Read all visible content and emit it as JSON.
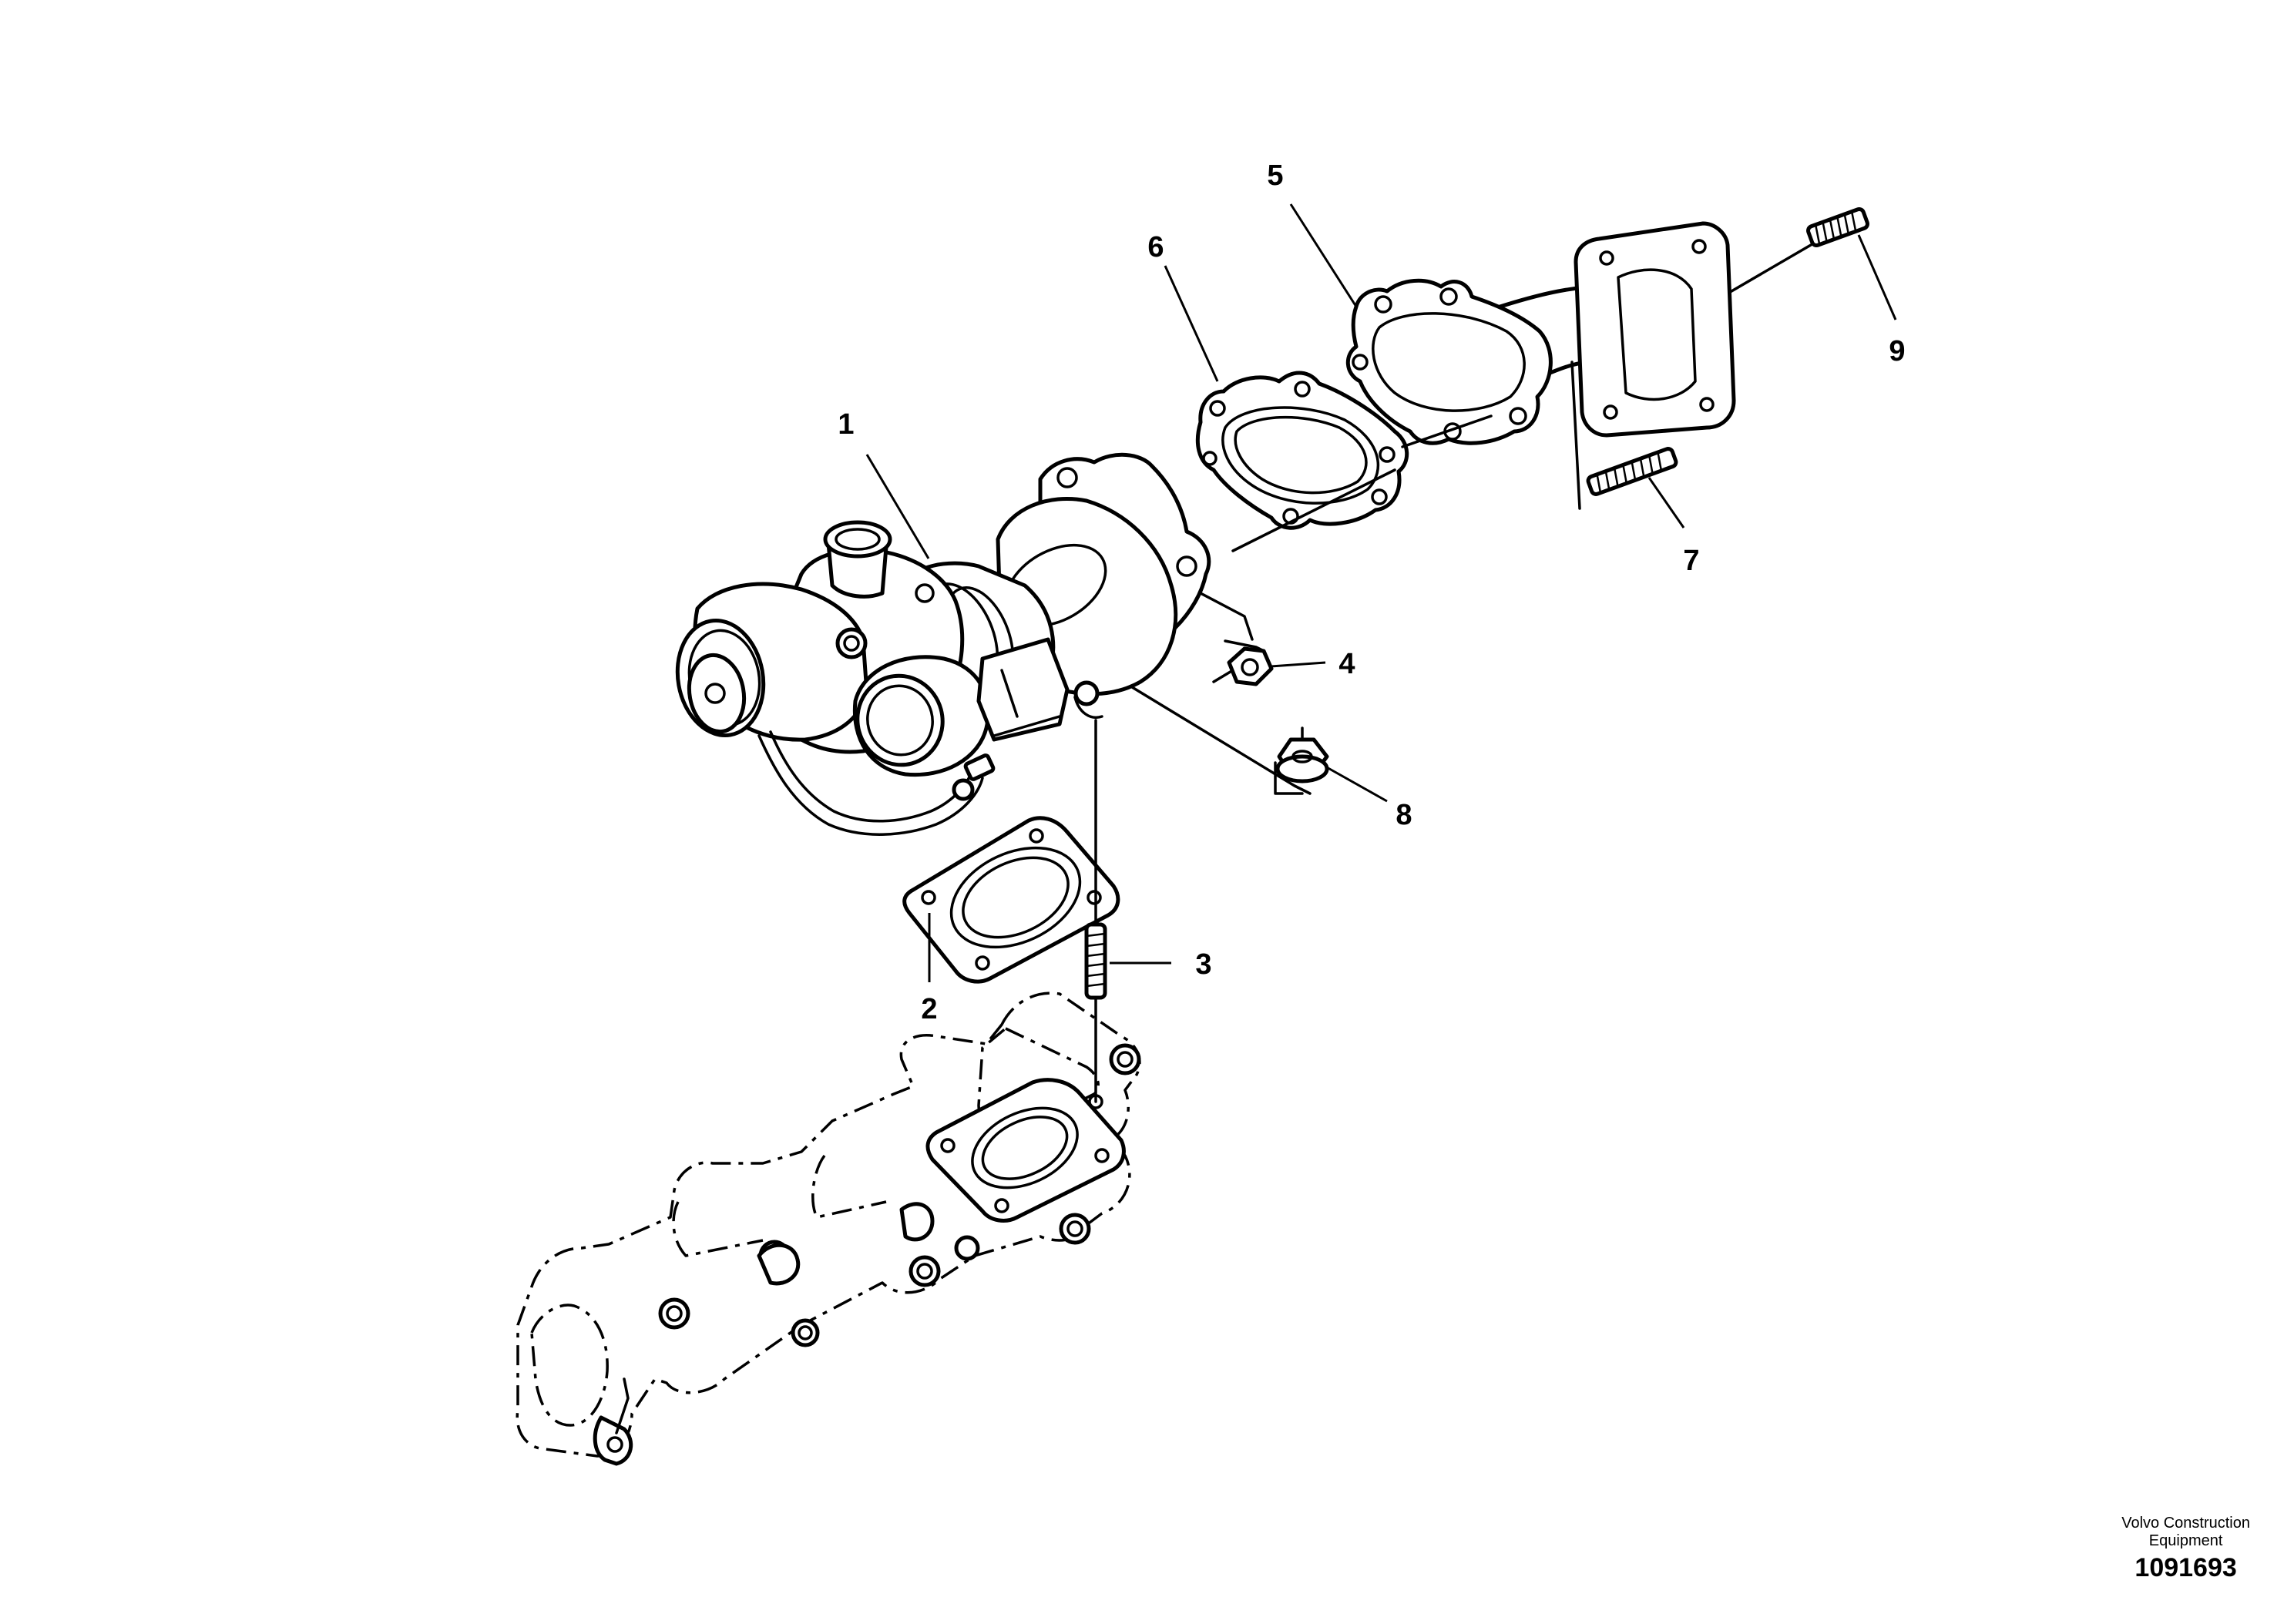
{
  "callouts": [
    {
      "id": "1",
      "text": "1"
    },
    {
      "id": "2",
      "text": "2"
    },
    {
      "id": "3",
      "text": "3"
    },
    {
      "id": "4",
      "text": "4"
    },
    {
      "id": "5",
      "text": "5"
    },
    {
      "id": "6",
      "text": "6"
    },
    {
      "id": "7",
      "text": "7"
    },
    {
      "id": "8",
      "text": "8"
    },
    {
      "id": "9",
      "text": "9"
    }
  ],
  "footer": {
    "brand_line1": "Volvo Construction",
    "brand_line2": "Equipment",
    "drawing_number": "1091693"
  }
}
